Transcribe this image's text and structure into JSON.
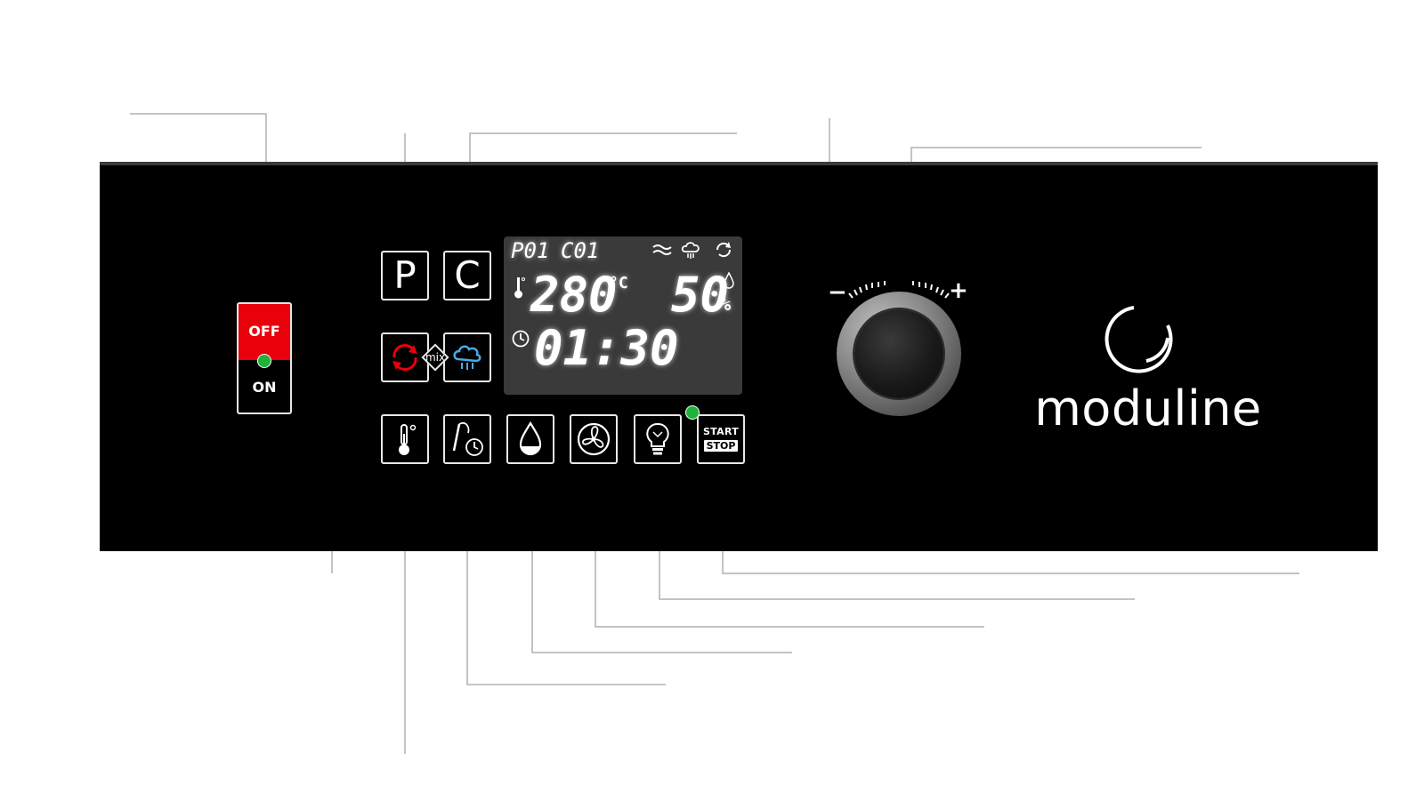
{
  "power_switch": {
    "off_label": "OFF",
    "on_label": "ON"
  },
  "buttons": {
    "p_label": "P",
    "c_label": "C",
    "mix_label": "mix",
    "start_label": "START",
    "stop_label": "STOP"
  },
  "display": {
    "program": "P01",
    "cycle": "C01",
    "temperature": "280",
    "temperature_unit": "°C",
    "humidity": "50",
    "humidity_unit": "%",
    "time": "01:30"
  },
  "knob": {
    "minus_label": "−",
    "plus_label": "+"
  },
  "brand": {
    "name": "moduline"
  },
  "icons": {
    "convection": "convection-icon",
    "steam": "steam-icon",
    "temperature": "thermometer-icon",
    "core_probe_timer": "probe-timer-icon",
    "humidity": "drop-icon",
    "fan": "fan-icon",
    "light": "lamp-icon",
    "lcd_wave": "wave-icon",
    "lcd_steam": "steam-icon",
    "lcd_cycle": "cycle-icon",
    "lcd_thermometer": "thermometer-icon",
    "lcd_drop": "drop-icon",
    "lcd_clock": "clock-icon",
    "brand_logo": "logo-icon"
  },
  "colors": {
    "panel": "#000000",
    "switch_off": "#e8000b",
    "led_green": "#1fb33a",
    "convection_red": "#e8000b",
    "steam_blue": "#4aa8e8",
    "lcd_background": "#3a3a3a",
    "leader_lines": "#b0b0b0"
  }
}
